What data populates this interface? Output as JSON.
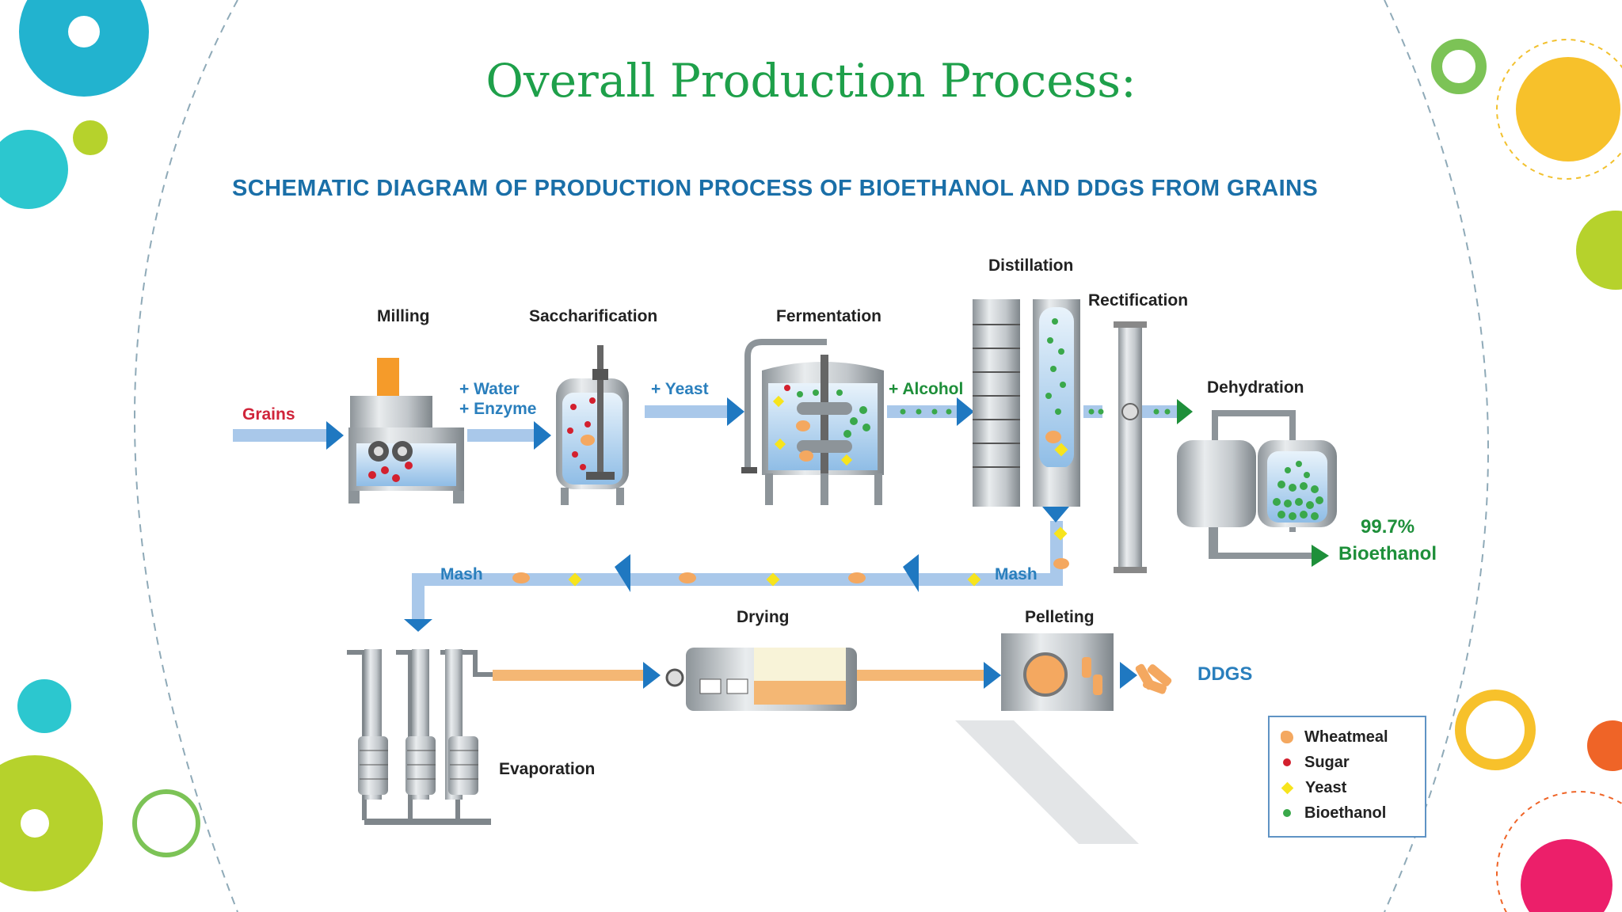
{
  "slide_title": "Overall Production Process:",
  "diagram_title": "SCHEMATIC DIAGRAM OF PRODUCTION PROCESS OF BIOETHANOL AND DDGS FROM GRAINS",
  "stages": {
    "milling": "Milling",
    "saccharification": "Saccharification",
    "fermentation": "Fermentation",
    "distillation": "Distillation",
    "rectification": "Rectification",
    "dehydration": "Dehydration",
    "evaporation": "Evaporation",
    "drying": "Drying",
    "pelleting": "Pelleting"
  },
  "flow_labels": {
    "grains": "Grains",
    "water": "+ Water",
    "enzyme": "+ Enzyme",
    "yeast": "+ Yeast",
    "alcohol": "+ Alcohol",
    "mash_right": "Mash",
    "mash_left": "Mash",
    "purity": "99.7%",
    "bioethanol": "Bioethanol",
    "ddgs": "DDGS"
  },
  "legend": [
    {
      "label": "Wheatmeal",
      "color": "#f4a860",
      "shape": "wheatmeal"
    },
    {
      "label": "Sugar",
      "color": "#d3202e",
      "shape": "dot"
    },
    {
      "label": "Yeast",
      "color": "#f7e41d",
      "shape": "diamond"
    },
    {
      "label": "Bioethanol",
      "color": "#3aa84a",
      "shape": "dot"
    }
  ],
  "colors": {
    "title_green": "#1ea04a",
    "heading_blue": "#1a6fa8",
    "arrow_blue": "#1f78c1",
    "pipe_blue": "#a9c8ea",
    "accent_green": "#1e8f3a"
  }
}
